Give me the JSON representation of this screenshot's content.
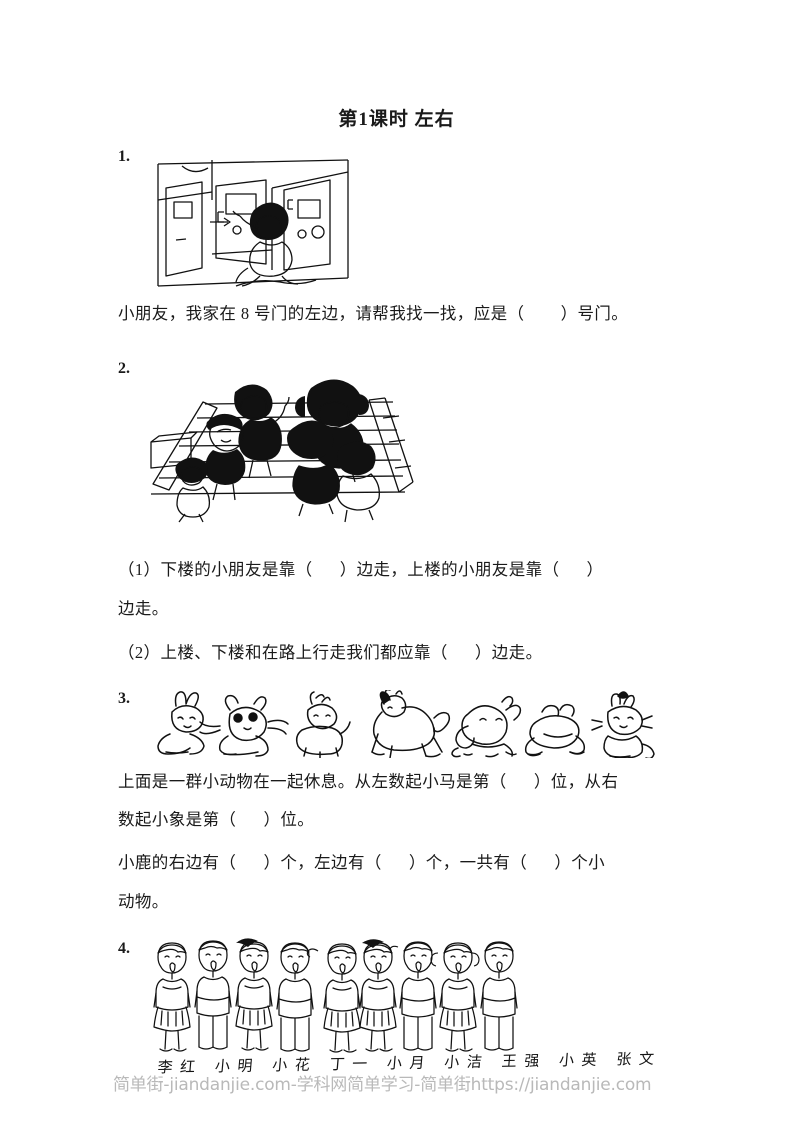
{
  "worksheet": {
    "title": "第1课时  左右",
    "subject_hint": "数学练习"
  },
  "questions": [
    {
      "number": "1.",
      "figure_name": "hallway-doors-illustration",
      "figure_caption": "走廊和门的插图，小朋友站在门前",
      "lines": [
        "小朋友，我家在 8 号门的左边，请帮我找一找，应是（        ）号门。"
      ]
    },
    {
      "number": "2.",
      "figure_name": "staircase-children-illustration",
      "figure_caption": "小朋友在楼梯上上下楼的插图",
      "lines": [
        "（1）下楼的小朋友是靠（      ）边走，上楼的小朋友是靠（      ）",
        "边走。",
        "（2）上楼、下楼和在路上行走我们都应靠（      ）边走。"
      ]
    },
    {
      "number": "3.",
      "figure_name": "animals-row-illustration",
      "figure_caption": "一排小动物：小兔、熊猫、小鹿、小马、小象、青蛙、小猫、小猴",
      "animals": [
        "小兔",
        "熊猫",
        "小鹿",
        "小马",
        "小象",
        "青蛙",
        "小猫",
        "小猴"
      ],
      "lines": [
        "上面是一群小动物在一起休息。从左数起小马是第（      ）位，从右",
        "数起小象是第（      ）位。",
        "小鹿的右边有（      ）个，左边有（      ）个，一共有（      ）个小",
        "动物。"
      ]
    },
    {
      "number": "4.",
      "figure_name": "children-row-illustration",
      "figure_caption": "一排唱歌的小朋友",
      "child_count": 9,
      "names_row": "李红 小明 小花 丁一 小月 小洁 王强 小英 张文"
    }
  ],
  "watermark": {
    "text": "简单街-jiandanjie.com-学科网简单学习-简单街https://jiandanjie.com",
    "color": "#b9b9b9"
  },
  "colors": {
    "ink": "#1a1a1a",
    "paper": "#ffffff",
    "watermark": "#b9b9b9"
  }
}
